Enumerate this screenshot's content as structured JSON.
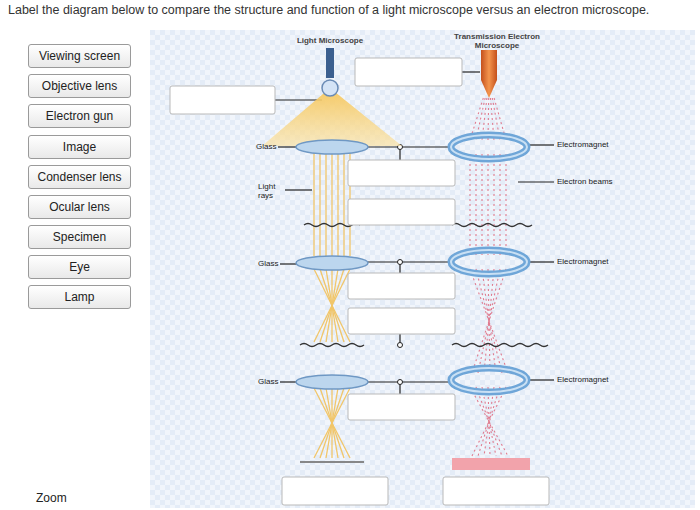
{
  "diagram": {
    "title": "Label the diagram below to compare the structure and function of a light microscope versus an electron microscope.",
    "nodes": [
      {
        "text": [
          "Viewing screen"
        ]
      },
      {
        "text": [
          "Objective lens"
        ]
      },
      {
        "text": [
          "Electron gun"
        ]
      },
      {
        "text": [
          "Image"
        ]
      },
      {
        "text": [
          "Condenser lens"
        ]
      },
      {
        "text": [
          "Ocular lens"
        ]
      },
      {
        "text": [
          "Specimen"
        ]
      },
      {
        "text": [
          "Eye"
        ]
      },
      {
        "text": [
          "Lamp"
        ]
      }
    ],
    "labels": [
      "Light Microscope",
      "Transmission Electron Microscope",
      "Glass",
      "Light rays",
      "Glass",
      "Glass",
      "Electromagnet",
      "Electron beams",
      "Electromagnet",
      "Electromagnet",
      "Zoom"
    ]
  }
}
